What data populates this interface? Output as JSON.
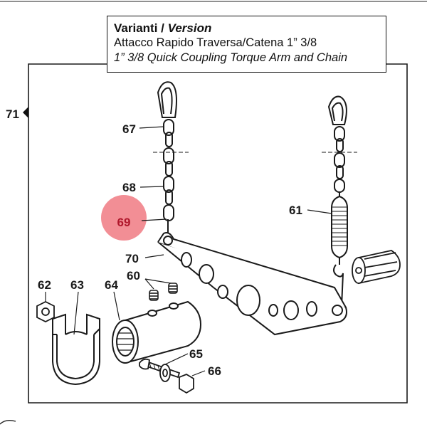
{
  "title_box": {
    "variant_it": "Varianti",
    "separator": "/",
    "variant_en": "Version",
    "line2": "Attacco Rapido Traversa/Catena 1” 3/8",
    "line3": "1” 3/8 Quick Coupling Torque Arm and Chain"
  },
  "assembly_ref": "71",
  "parts": [
    {
      "id": "67",
      "label": "67"
    },
    {
      "id": "68",
      "label": "68"
    },
    {
      "id": "69",
      "label": "69",
      "highlighted": true
    },
    {
      "id": "70",
      "label": "70"
    },
    {
      "id": "61",
      "label": "61"
    },
    {
      "id": "60",
      "label": "60"
    },
    {
      "id": "62",
      "label": "62"
    },
    {
      "id": "63",
      "label": "63"
    },
    {
      "id": "64",
      "label": "64"
    },
    {
      "id": "65",
      "label": "65"
    },
    {
      "id": "66",
      "label": "66"
    }
  ],
  "colors": {
    "line": "#1a1a1a",
    "highlight": "#f07a83"
  }
}
